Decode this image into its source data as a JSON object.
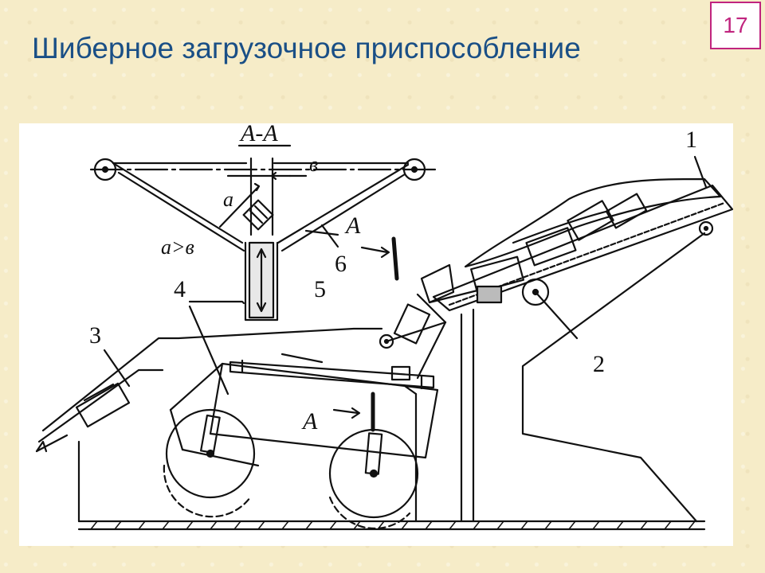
{
  "title": "Шиберное загрузочное приспособление",
  "page_number": "17",
  "diagram": {
    "section_label": "А-А",
    "part_labels": [
      "1",
      "2",
      "3",
      "4",
      "5",
      "6"
    ],
    "dim_a": "а",
    "dim_b": "в",
    "relation": "а>в",
    "view_label_upper": "А",
    "view_label_lower": "А"
  }
}
